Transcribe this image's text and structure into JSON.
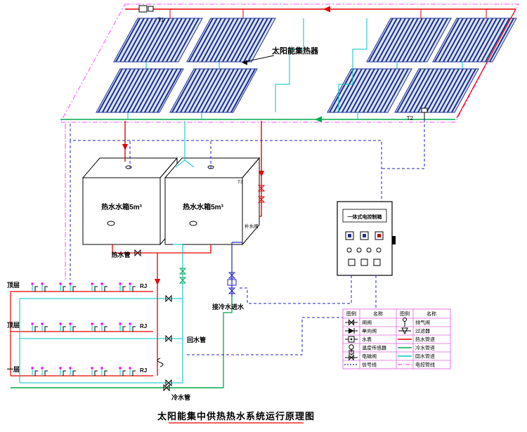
{
  "title": "太阳能集中供热热水系统运行原理图",
  "labels": {
    "collector": "太阳能集热器",
    "t1": "T1",
    "t2": "T2",
    "t3": "T3",
    "tank_left": "热水水箱5m³",
    "tank_right": "热水水箱5m³",
    "hot_pipe": "热水管",
    "return_pipe": "回水管",
    "cold_pipe": "冷水管",
    "cold_inlet": "接冷水进水",
    "makeup_valve": "补水阀",
    "control_box": "一体式电控制箱",
    "floor_top_1": "顶层",
    "floor_top_2": "顶层",
    "floor_first": "一层",
    "riser_1": "RJ",
    "riser_2": "RJ",
    "riser_3": "RJ"
  },
  "legend": {
    "col_headers": [
      "图例",
      "名称",
      "图例",
      "名称"
    ],
    "rows": [
      {
        "left_name": "闸阀",
        "right_name": "排气阀"
      },
      {
        "left_name": "单向阀",
        "right_name": "过滤器"
      },
      {
        "left_name": "水表",
        "right_name": "热水管道"
      },
      {
        "left_name": "温度传感器",
        "right_name": "冷水管道"
      },
      {
        "left_name": "电磁阀",
        "right_name": "回水管道"
      },
      {
        "left_name": "信号线",
        "right_name": "电控管线"
      }
    ]
  },
  "colors": {
    "hot": "#e60000",
    "cold": "#00a84f",
    "ret": "#00c3c3",
    "signal": "#2222cc",
    "boundary": "#ff4dff",
    "panel": "#1e3090",
    "panel_fill": "#dbe4f6",
    "fixture": "#ff00ff",
    "line_black": "#000000"
  }
}
